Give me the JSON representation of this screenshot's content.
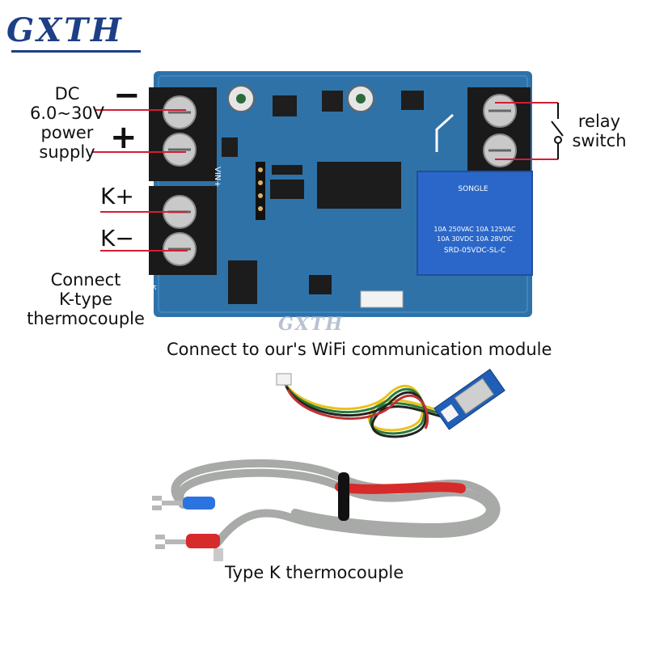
{
  "brand": {
    "logo_text": "GXTH"
  },
  "labels": {
    "dc_power": [
      "DC",
      "6.0~30V",
      "power",
      "supply"
    ],
    "minus_sign": "−",
    "plus_sign": "+",
    "k_plus": "K+",
    "k_minus": "K−",
    "k_connect": [
      "Connect",
      "K-type",
      "thermocouple"
    ],
    "relay": [
      "relay",
      "switch"
    ],
    "wifi_caption": "Connect to our's WiFi communication module",
    "thermocouple_caption": "Type K thermocouple"
  },
  "board": {
    "vin_silk": "VIN+",
    "k_silk": "K-",
    "relay_brand": "SONGLE",
    "relay_lines": [
      "10A 250VAC  10A 125VAC",
      "10A  30VDC  10A  28VDC",
      "SRD-05VDC-SL-C"
    ],
    "watermark": "GXTH"
  },
  "colors": {
    "board": "#2f72a8",
    "terminal": "#1a1a1a",
    "relay": "#2a67c9",
    "pointer_line": "#d21e35",
    "brand": "#1d3f86"
  }
}
